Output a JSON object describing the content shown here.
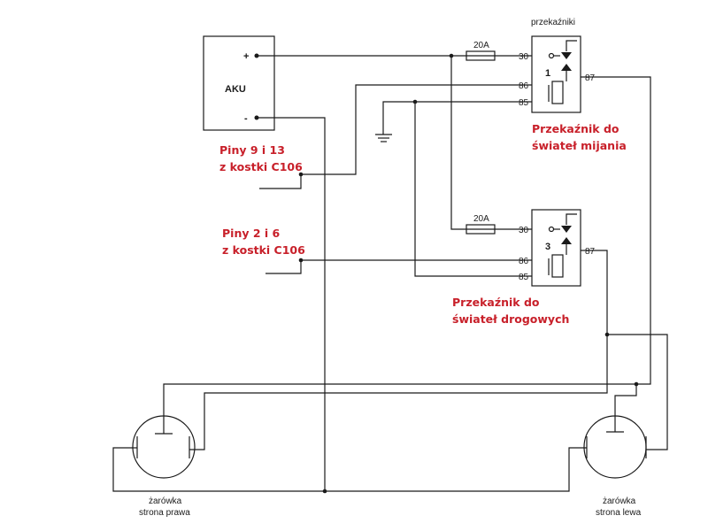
{
  "header": {
    "relays_title": "przekaźniki"
  },
  "battery": {
    "label": "AKU",
    "plus": "+",
    "minus": "-"
  },
  "fuses": {
    "f1": "20A",
    "f2": "20A"
  },
  "relay1": {
    "number": "1",
    "pin30": "30",
    "pin86": "86",
    "pin85": "85",
    "pin87": "87",
    "caption_line1": "Przekaźnik do",
    "caption_line2": "świateł mijania"
  },
  "relay3": {
    "number": "3",
    "pin30": "30",
    "pin86": "86",
    "pin85": "85",
    "pin87": "87",
    "caption_line1": "Przekaźnik do",
    "caption_line2": "świateł drogowych"
  },
  "pins_low": {
    "line1": "Piny 9 i 13",
    "line2": "z kostki C106"
  },
  "pins_high": {
    "line1": "Piny 2 i 6",
    "line2": "z kostki C106"
  },
  "bulb_right": {
    "line1": "żarówka",
    "line2": "strona prawa"
  },
  "bulb_left": {
    "line1": "żarówka",
    "line2": "strona lewa"
  }
}
